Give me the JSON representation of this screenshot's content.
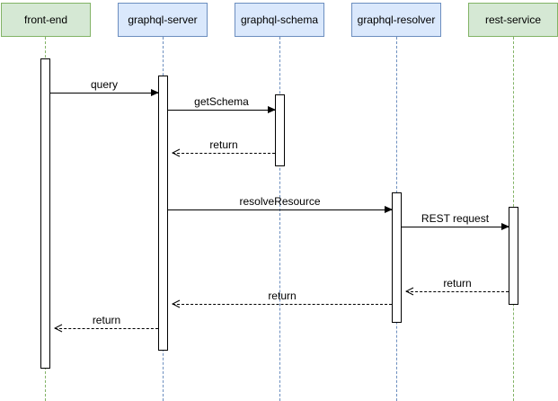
{
  "diagram": {
    "type": "uml-sequence",
    "background_color": "#ffffff",
    "line_color": "#000000"
  },
  "participants": [
    {
      "id": "front-end",
      "label": "front-end",
      "fill": "#d5e8d4",
      "stroke": "#82b366"
    },
    {
      "id": "graphql-server",
      "label": "graphql-server",
      "fill": "#dae8fc",
      "stroke": "#6c8ebf"
    },
    {
      "id": "graphql-schema",
      "label": "graphql-schema",
      "fill": "#dae8fc",
      "stroke": "#6c8ebf"
    },
    {
      "id": "graphql-resolver",
      "label": "graphql-resolver",
      "fill": "#dae8fc",
      "stroke": "#6c8ebf"
    },
    {
      "id": "rest-service",
      "label": "rest-service",
      "fill": "#d5e8d4",
      "stroke": "#82b366"
    }
  ],
  "messages": [
    {
      "label": "query",
      "from": "front-end",
      "to": "graphql-server",
      "line": "solid",
      "arrowhead": "filled",
      "direction": "right"
    },
    {
      "label": "getSchema",
      "from": "graphql-server",
      "to": "graphql-schema",
      "line": "solid",
      "arrowhead": "filled",
      "direction": "right"
    },
    {
      "label": "return",
      "from": "graphql-schema",
      "to": "graphql-server",
      "line": "dashed",
      "arrowhead": "open",
      "direction": "left"
    },
    {
      "label": "resolveResource",
      "from": "graphql-server",
      "to": "graphql-resolver",
      "line": "solid",
      "arrowhead": "filled",
      "direction": "right"
    },
    {
      "label": "REST request",
      "from": "graphql-resolver",
      "to": "rest-service",
      "line": "solid",
      "arrowhead": "filled",
      "direction": "right"
    },
    {
      "label": "return",
      "from": "rest-service",
      "to": "graphql-resolver",
      "line": "dashed",
      "arrowhead": "open",
      "direction": "left"
    },
    {
      "label": "return",
      "from": "graphql-resolver",
      "to": "graphql-server",
      "line": "dashed",
      "arrowhead": "open",
      "direction": "left"
    },
    {
      "label": "return",
      "from": "graphql-server",
      "to": "front-end",
      "line": "dashed",
      "arrowhead": "open",
      "direction": "left"
    }
  ]
}
